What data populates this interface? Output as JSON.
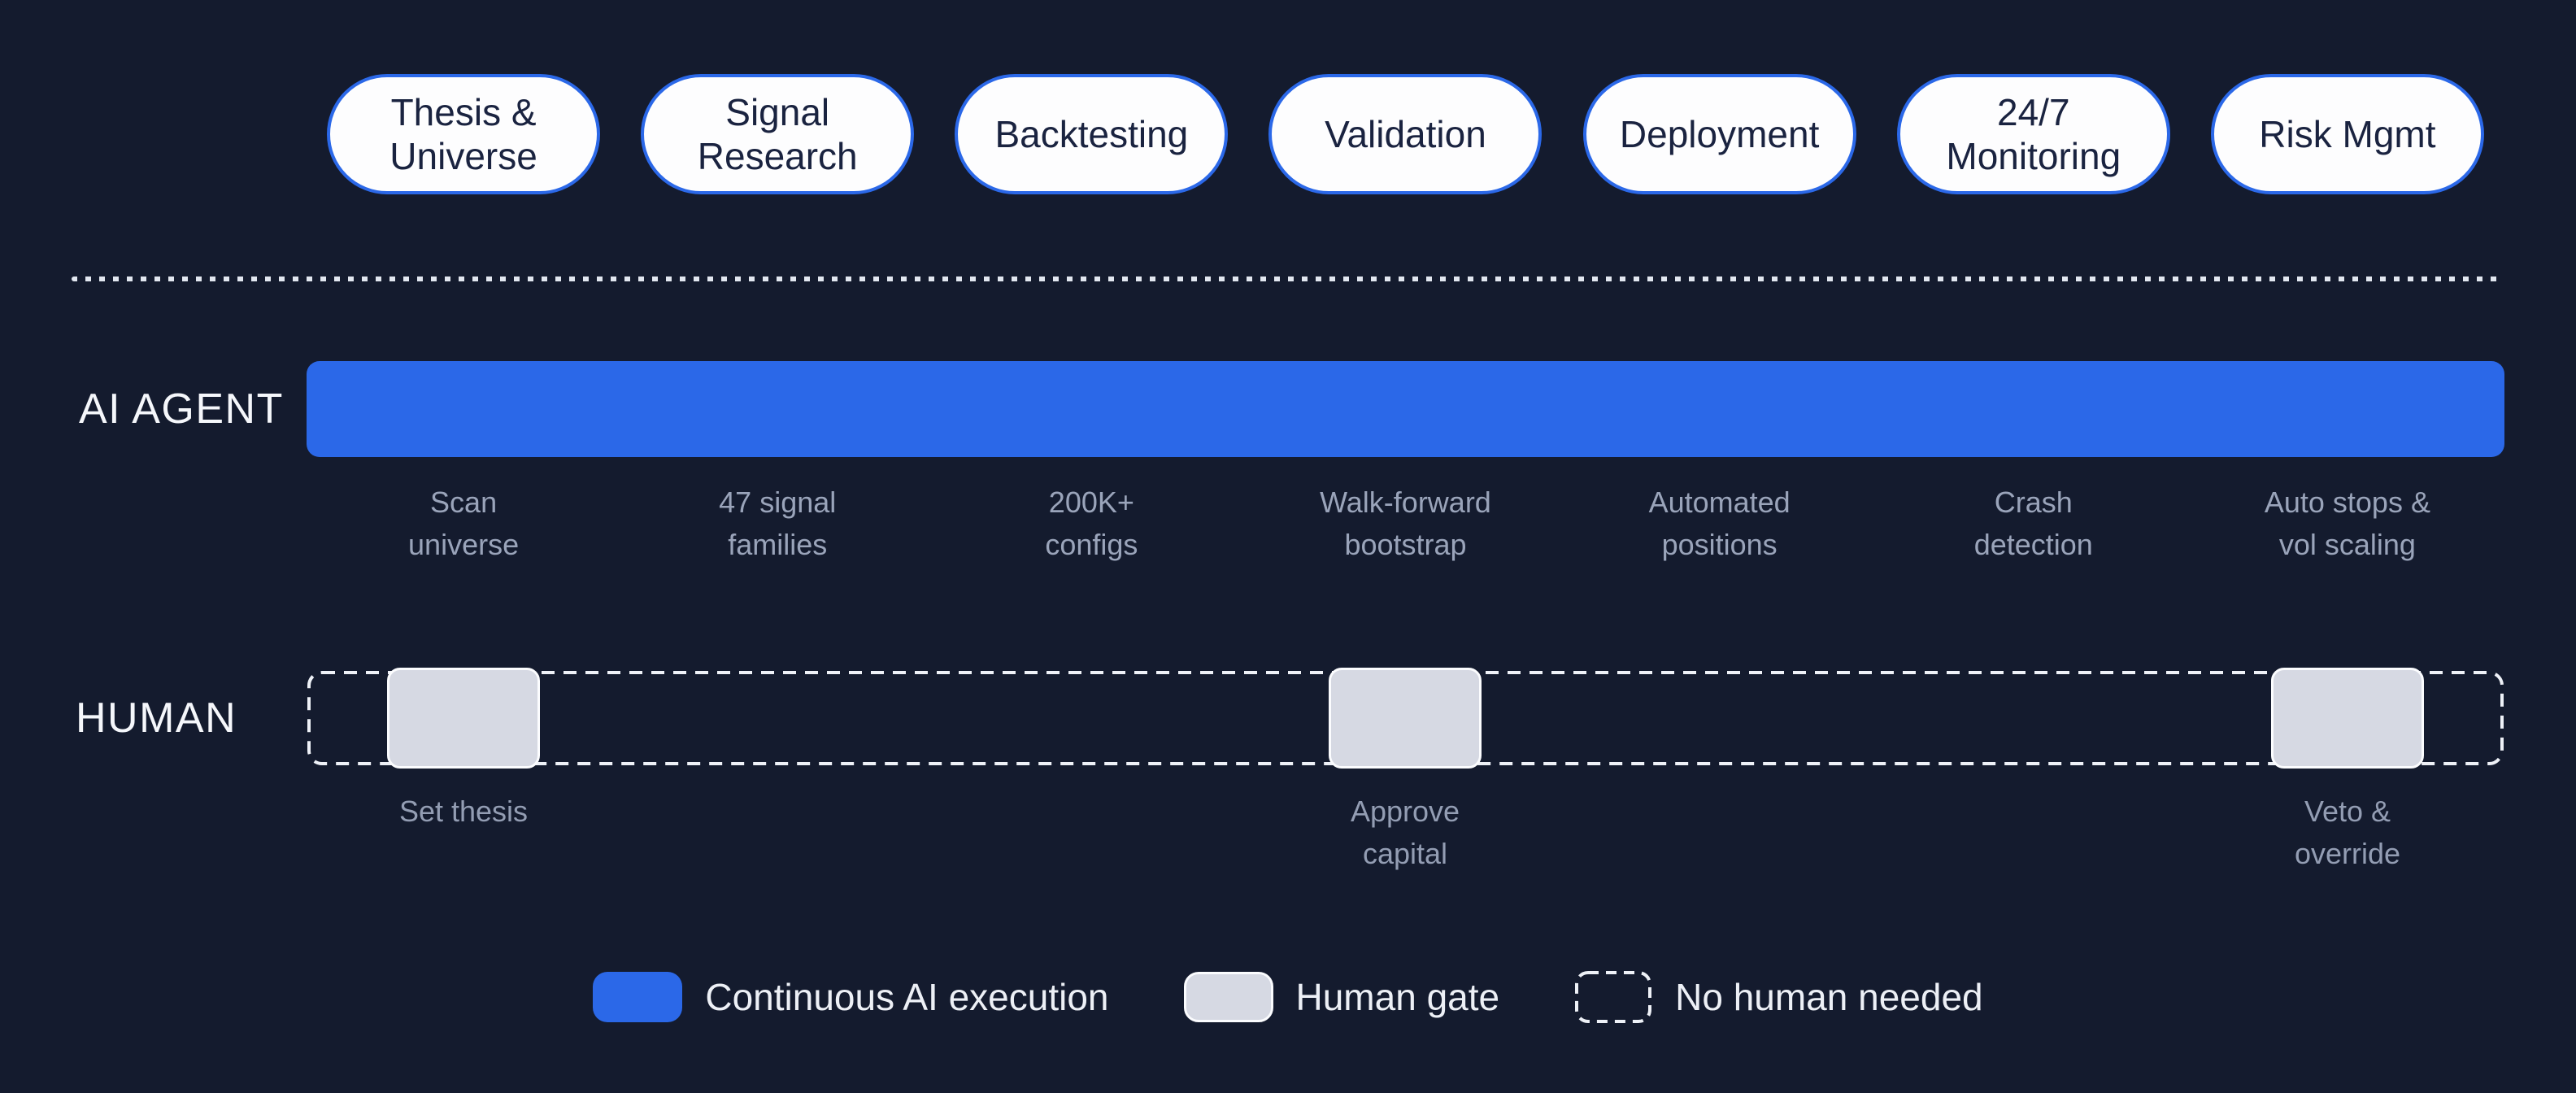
{
  "colors": {
    "background": "#141b2e",
    "ai_blue": "#2b68e8",
    "human_gray": "#d6d9e3",
    "dashed_white": "#eef1f7",
    "pill_border_blue": "#2b68e8",
    "muted_label": "#9aa4ba"
  },
  "rows": {
    "ai_label": "AI AGENT",
    "human_label": "HUMAN"
  },
  "stages": [
    {
      "pill": "Thesis &\nUniverse",
      "ai_task": "Scan\nuniverse",
      "human_gate": "Set thesis"
    },
    {
      "pill": "Signal\nResearch",
      "ai_task": "47 signal\nfamilies"
    },
    {
      "pill": "Backtesting",
      "ai_task": "200K+\nconfigs"
    },
    {
      "pill": "Validation",
      "ai_task": "Walk-forward\nbootstrap",
      "human_gate": "Approve\ncapital"
    },
    {
      "pill": "Deployment",
      "ai_task": "Automated\npositions"
    },
    {
      "pill": "24/7\nMonitoring",
      "ai_task": "Crash\ndetection"
    },
    {
      "pill": "Risk Mgmt",
      "ai_task": "Auto stops &\nvol scaling",
      "human_gate": "Veto &\noverride"
    }
  ],
  "legend": {
    "ai": {
      "label": "Continuous AI execution"
    },
    "human": {
      "label": "Human gate"
    },
    "none": {
      "label": "No human needed"
    }
  }
}
